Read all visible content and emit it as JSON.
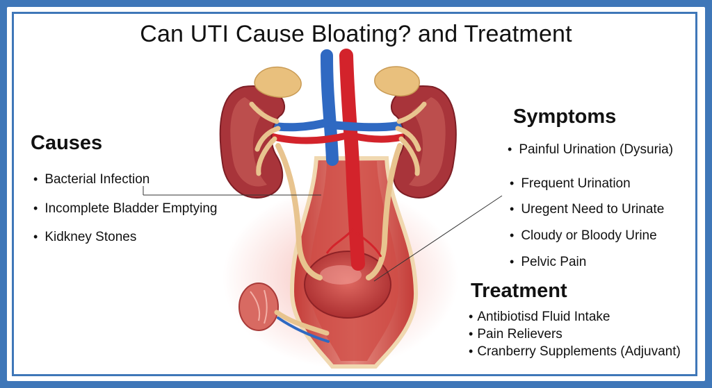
{
  "title": "Can UTI Cause Bloating? and Treatment",
  "causes": {
    "heading": "Causes",
    "items": [
      "Bacterial Infection",
      "Incomplete Bladder Emptying",
      "Kidkney Stones"
    ]
  },
  "symptoms": {
    "heading": "Symptoms",
    "items": [
      "Painful Urination (Dysuria)",
      "Frequent Urination",
      "Uregent Need to Urinate",
      "Cloudy or Bloody Urine",
      "Pelvic Pain"
    ]
  },
  "treatment": {
    "heading": "Treatment",
    "items": [
      "Antibiotisd Fluid Intake",
      "Pain Relievers",
      "Cranberry Supplements (Adjuvant)"
    ]
  },
  "colors": {
    "frame": "#3f77b8",
    "kidney": "#a8343a",
    "artery": "#d3232b",
    "vein": "#2f69c2",
    "ureter": "#e8c48f",
    "adrenal": "#e9c07d",
    "bladder": "#c9443f"
  }
}
